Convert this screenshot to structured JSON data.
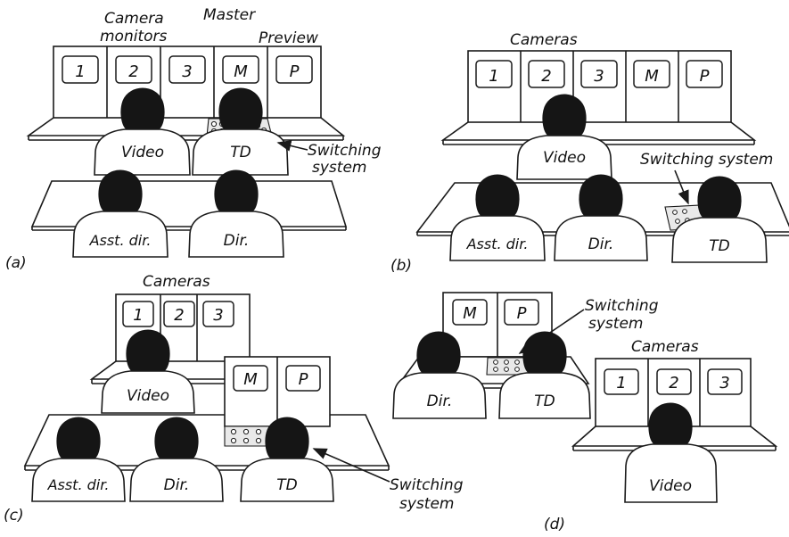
{
  "panels": [
    {
      "label": "(a)",
      "monitor_group_labels": [
        "Camera",
        "monitors",
        "Master",
        "Preview"
      ],
      "monitors": [
        "1",
        "2",
        "3",
        "M",
        "P"
      ],
      "people": [
        "Video",
        "TD",
        "Asst. dir.",
        "Dir."
      ],
      "switching_label": [
        "Switching",
        "system"
      ]
    },
    {
      "label": "(b)",
      "monitor_group_labels": [
        "Cameras"
      ],
      "monitors": [
        "1",
        "2",
        "3",
        "M",
        "P"
      ],
      "people": [
        "Video",
        "Asst. dir.",
        "Dir.",
        "TD"
      ],
      "switching_label": [
        "Switching system"
      ]
    },
    {
      "label": "(c)",
      "monitor_group_labels": [
        "Cameras"
      ],
      "monitors": [
        "1",
        "2",
        "3",
        "M",
        "P"
      ],
      "people": [
        "Video",
        "Asst. dir.",
        "Dir.",
        "TD"
      ],
      "switching_label": [
        "Switching",
        "system"
      ]
    },
    {
      "label": "(d)",
      "monitor_group_labels": [
        "Cameras"
      ],
      "monitors": [
        "M",
        "P",
        "1",
        "2",
        "3"
      ],
      "people": [
        "Dir.",
        "TD",
        "Video"
      ],
      "switching_label": [
        "Switching",
        "system"
      ]
    }
  ]
}
